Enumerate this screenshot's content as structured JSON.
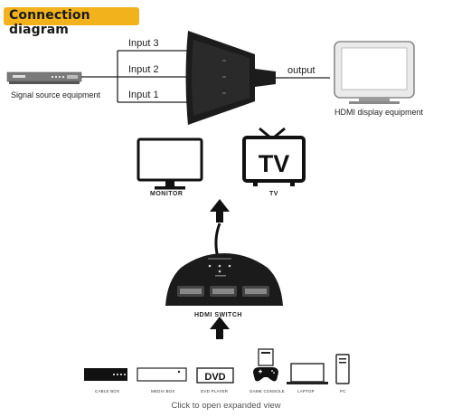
{
  "header": {
    "title": "Connection diagram"
  },
  "top_diagram": {
    "source_label": "Signal source equipment",
    "inputs": [
      "Input 3",
      "Input 2",
      "Input 1"
    ],
    "output_label": "output",
    "display_label": "HDMI display equipment"
  },
  "displays": {
    "monitor_label": "MONITOR",
    "tv_label": "TV",
    "tv_screen_text": "TV"
  },
  "switch": {
    "label": "HDMI SWITCH"
  },
  "devices": [
    {
      "label": "CABLE BOX",
      "icon": "cable-box-icon"
    },
    {
      "label": "MEDIA BOX",
      "icon": "media-box-icon"
    },
    {
      "label": "DVD PLAYER",
      "icon": "dvd-player-icon",
      "glyph": "DVD"
    },
    {
      "label": "GAME CONSOLE",
      "icon": "game-console-icon"
    },
    {
      "label": "LAPTOP",
      "icon": "laptop-icon"
    },
    {
      "label": "PC",
      "icon": "pc-icon"
    }
  ],
  "footer": {
    "text": "Click to open expanded view"
  }
}
